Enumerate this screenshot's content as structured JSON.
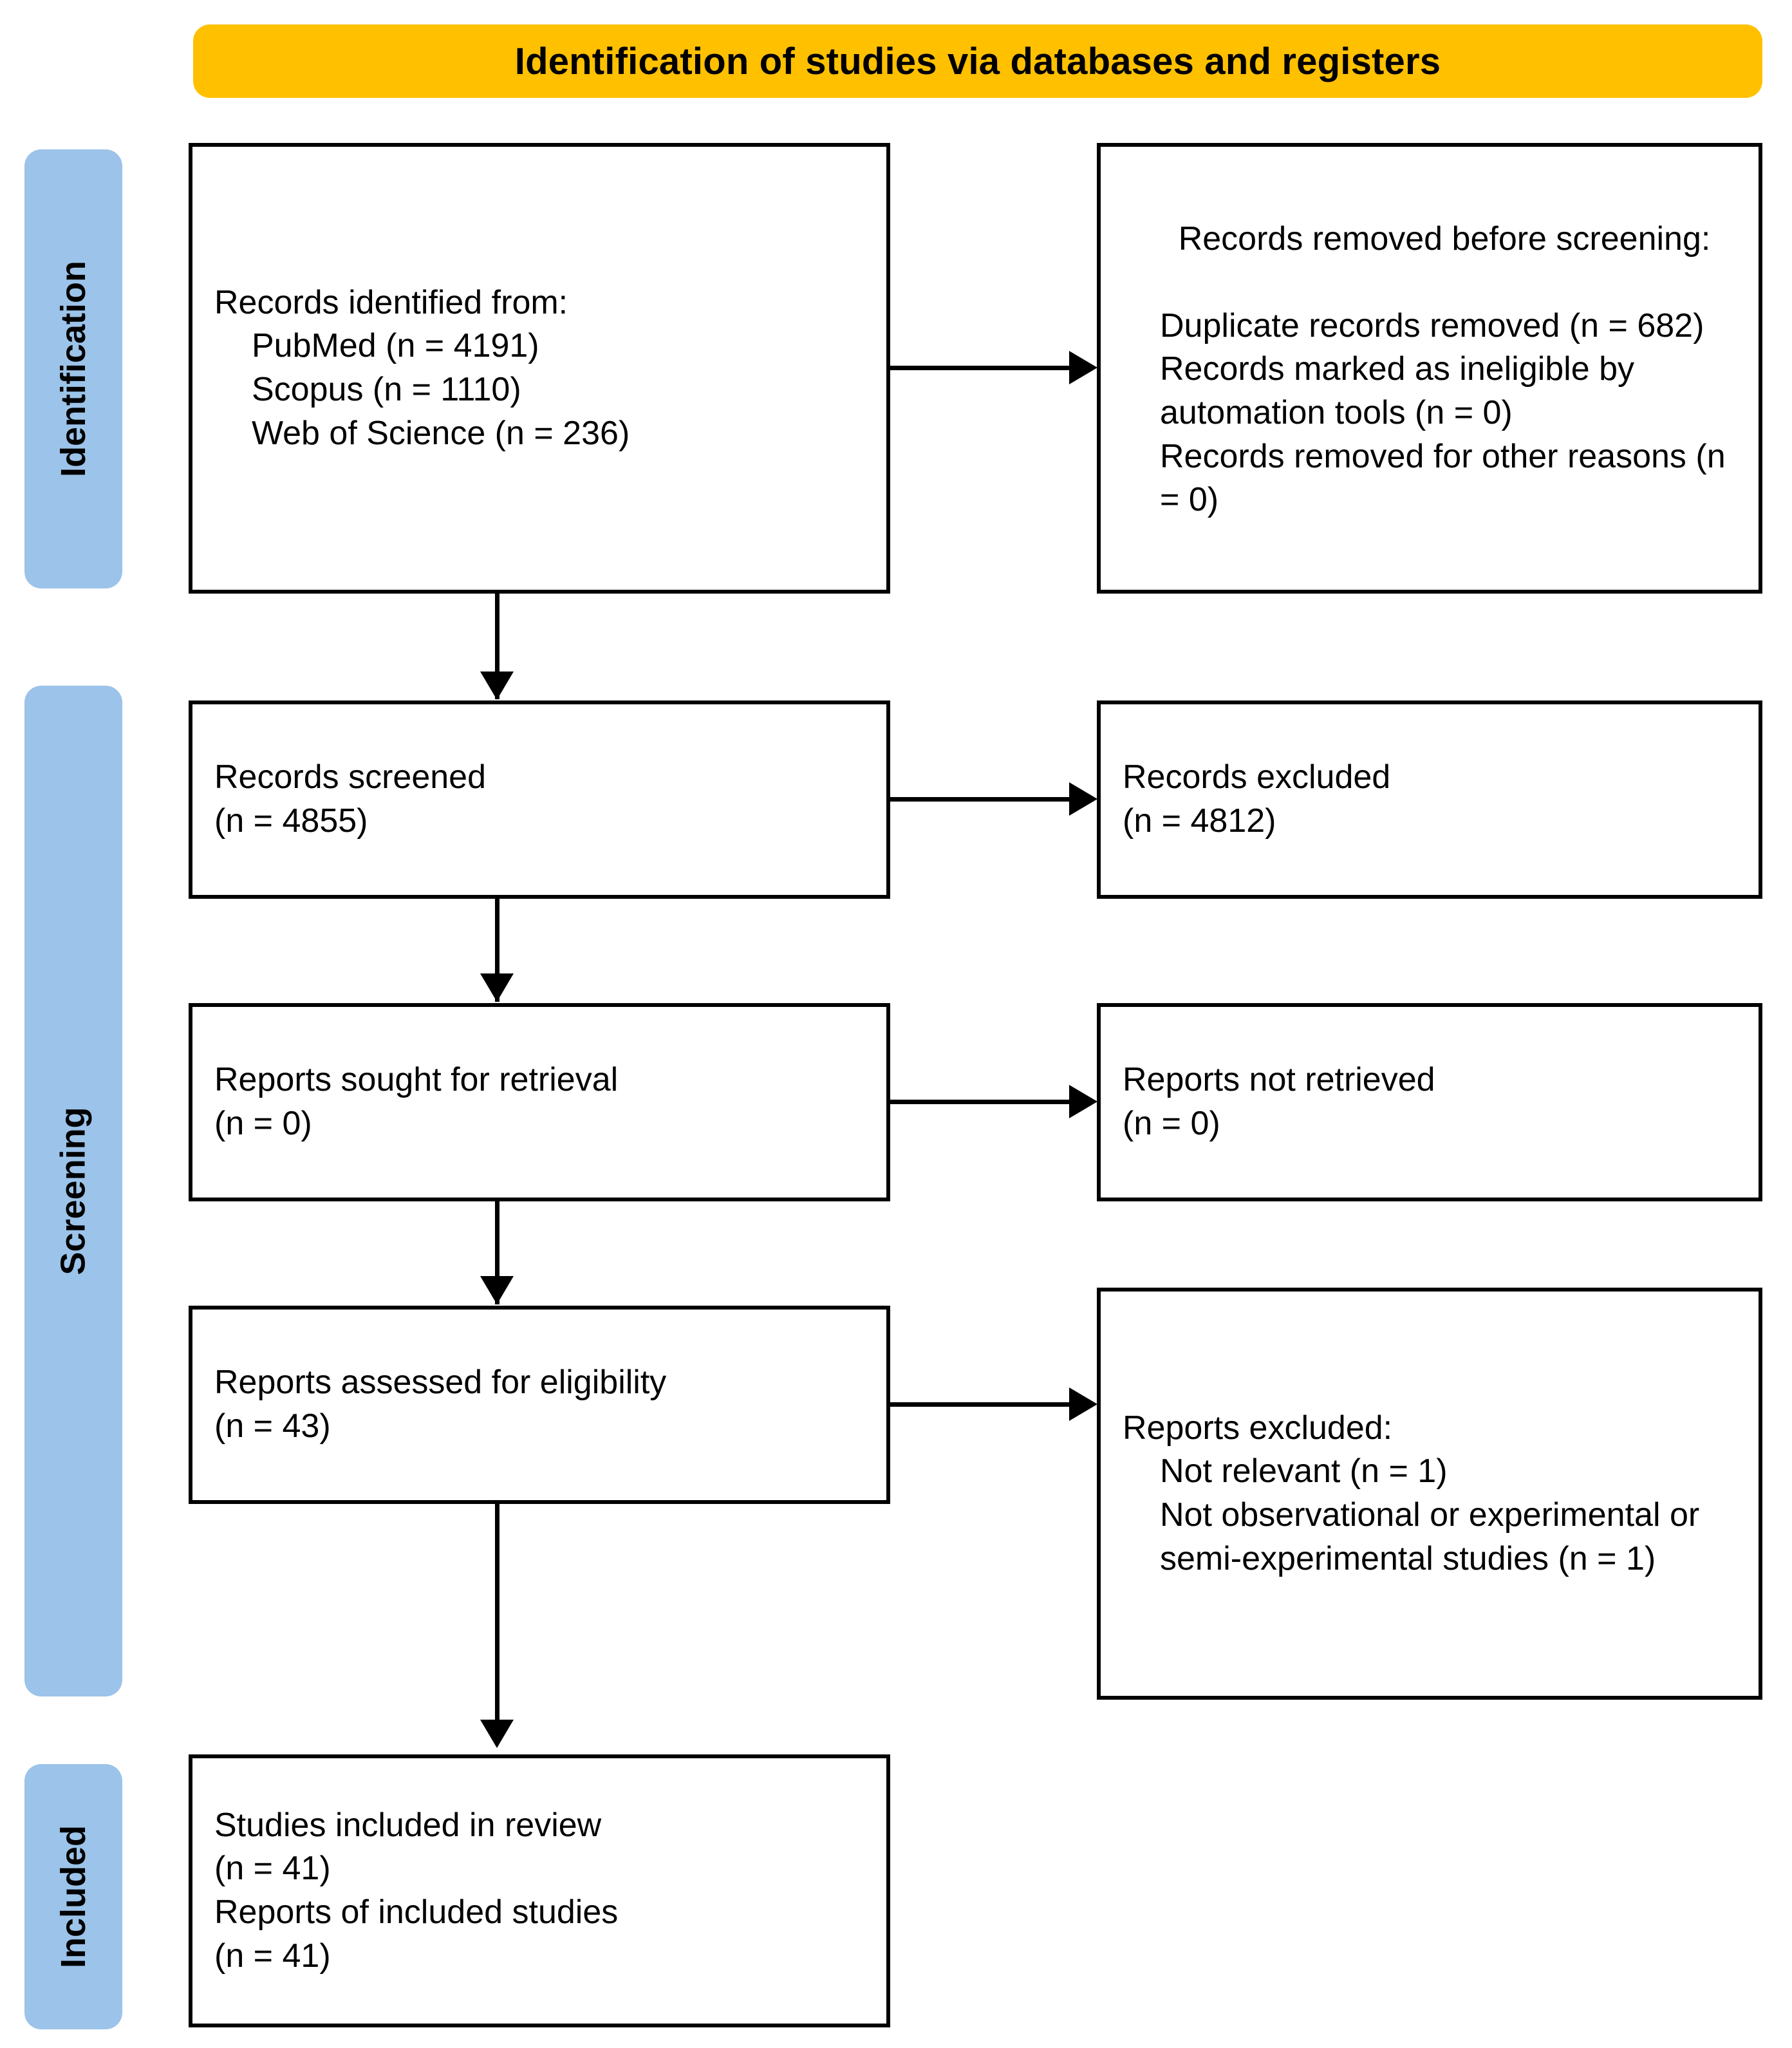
{
  "diagram": {
    "type": "prisma-flow-diagram",
    "banner": {
      "title": "Identification of studies via databases and registers",
      "color": "#FFC000"
    },
    "stages": [
      {
        "id": "identification",
        "label": "Identification",
        "color": "#9CC3E9"
      },
      {
        "id": "screening",
        "label": "Screening",
        "color": "#9CC3E9"
      },
      {
        "id": "included",
        "label": "Included",
        "color": "#9CC3E9"
      }
    ],
    "boxes": {
      "records_identified": {
        "lines": [
          "Records identified from:",
          "PubMed (n = 4191)",
          "Scopus (n = 1110)",
          "Web of Science (n = 236)"
        ]
      },
      "records_removed": {
        "lines": [
          "Records removed ",
          "before screening",
          ":",
          "Duplicate records removed (n = 682)",
          "Records marked as ineligible by automation tools (n = 0)",
          "Records removed for other reasons (n = 0)"
        ]
      },
      "records_screened": {
        "lines": [
          "Records screened",
          "(n = 4855)"
        ]
      },
      "records_excluded": {
        "lines": [
          "Records excluded",
          "(n = 4812)"
        ]
      },
      "reports_sought": {
        "lines": [
          "Reports sought for retrieval",
          "(n = 0)"
        ]
      },
      "reports_not_retrieved": {
        "lines": [
          "Reports not retrieved",
          "(n = 0)"
        ]
      },
      "reports_assessed": {
        "lines": [
          "Reports assessed for eligibility",
          "(n = 43)"
        ]
      },
      "reports_excluded": {
        "lines": [
          "Reports excluded:",
          "Not relevant (n = 1)",
          "Not observational or experimental or semi-experimental studies (n = 1)"
        ]
      },
      "studies_included": {
        "lines": [
          "Studies included in review",
          "(n = 41)",
          "Reports of included studies",
          "(n = 41)"
        ]
      }
    },
    "counts": {
      "pubmed": 4191,
      "scopus": 1110,
      "web_of_science": 236,
      "duplicates_removed": 682,
      "ineligible_by_automation": 0,
      "removed_other_reasons": 0,
      "records_screened": 4855,
      "records_excluded": 4812,
      "reports_sought": 0,
      "reports_not_retrieved": 0,
      "reports_assessed": 43,
      "excluded_not_relevant": 1,
      "excluded_not_observational": 1,
      "studies_included": 41,
      "reports_of_included_studies": 41
    }
  }
}
